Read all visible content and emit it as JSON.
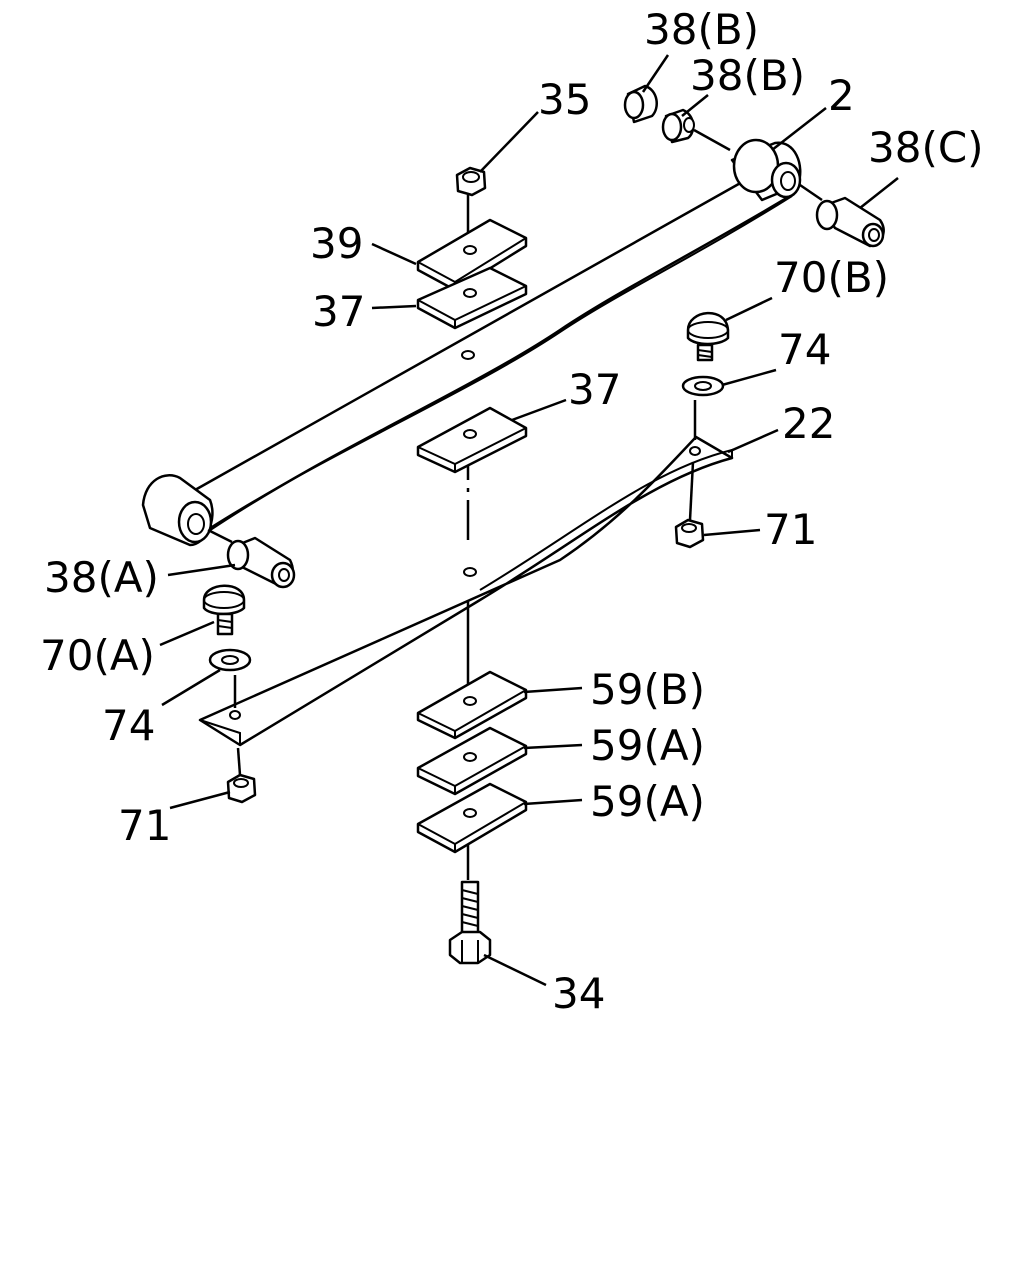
{
  "diagram": {
    "callouts": {
      "c38b_1": "38(B)",
      "c38b_2": "38(B)",
      "c35": "35",
      "c2": "2",
      "c38c": "38(C)",
      "c39": "39",
      "c70b": "70(B)",
      "c37_top": "37",
      "c74_right": "74",
      "c37_mid": "37",
      "c22": "22",
      "c71_right": "71",
      "c38a": "38(A)",
      "c70a": "70(A)",
      "c59b": "59(B)",
      "c74_left": "74",
      "c59a_1": "59(A)",
      "c71_left": "71",
      "c59a_2": "59(A)",
      "c34": "34"
    }
  }
}
